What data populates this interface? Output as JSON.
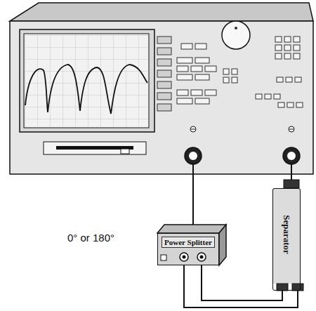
{
  "diagram": {
    "nodes": [
      {
        "text": [
          "Power Splitter"
        ]
      },
      {
        "text": [
          "Separator"
        ]
      }
    ],
    "edges": [
      {
        "from": 0,
        "to": 1,
        "arrow": "none"
      },
      {
        "from": 0,
        "to": 1,
        "arrow": "none"
      }
    ],
    "labels": [
      "0° or 180°"
    ]
  }
}
